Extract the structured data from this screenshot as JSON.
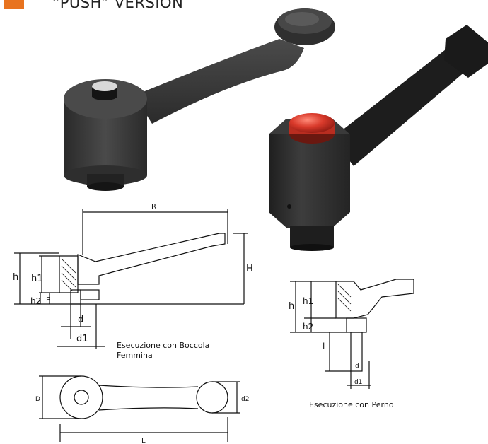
{
  "header": {
    "title": "“PUSH” VERSION",
    "accent_color": "#e8731f"
  },
  "colors": {
    "button_red": "#d93a2b",
    "handle_dark": "#2e2e2e"
  },
  "drawing_female": {
    "dims": {
      "R": "R",
      "H": "H",
      "h": "h",
      "h1": "h1",
      "h2": "h2",
      "p": "P",
      "d": "d",
      "d1": "d1"
    },
    "caption_line1": "Esecuzione con Boccola",
    "caption_line2": "Femmina"
  },
  "drawing_top": {
    "dims": {
      "D": "D",
      "d2": "d2",
      "L": "L"
    }
  },
  "drawing_pin": {
    "dims": {
      "h": "h",
      "h1": "h1",
      "h2": "h2",
      "l": "l",
      "d": "d",
      "d1": "d1"
    },
    "caption": "Esecuzione con Perno"
  }
}
